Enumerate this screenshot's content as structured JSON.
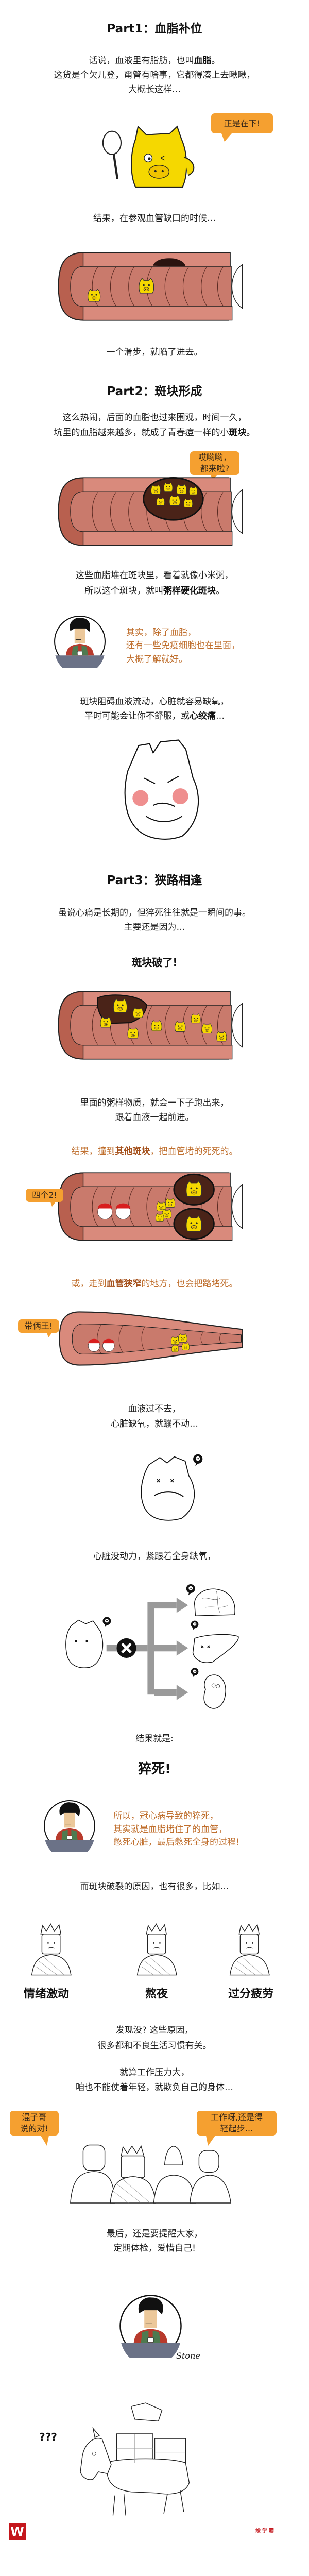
{
  "part1": {
    "title": "Part1：血脂补位",
    "intro": [
      {
        "t": "话说，血液里有脂肪，也叫",
        "b": "血脂",
        "e": "。"
      },
      {
        "t": "这货是个欠儿登，甭管有啥事，它都得凑上去瞅瞅，",
        "b": "",
        "e": ""
      },
      {
        "t": "大概长这样…",
        "b": "",
        "e": ""
      }
    ],
    "bubble": "正是在下!",
    "after": "结果，在参观血管缺口的时候…",
    "slip": "一个滑步，就陷了进去。"
  },
  "part2": {
    "title": "Part2：斑块形成",
    "lines": [
      {
        "t": "这么热闹，后面的血脂也过来围观，时间一久，",
        "b": "",
        "e": ""
      },
      {
        "t": "坑里的血脂越来越多，就成了青春痘一样的小",
        "b": "斑块",
        "e": "。"
      }
    ],
    "bubble": [
      "哎哟哟，",
      "都来啦?"
    ],
    "porridge": [
      {
        "t": "这些血脂堆在斑块里，看着就像小米粥，",
        "b": "",
        "e": ""
      },
      {
        "t": "所以这个斑块，就叫",
        "b": "粥样硬化斑块",
        "e": "。"
      }
    ],
    "note": [
      "其实，除了血脂，",
      "还有一些免疫细胞也在里面，",
      "大概了解就好。"
    ],
    "angina": [
      {
        "t": "斑块阻碍血液流动，心脏就容易缺氧，",
        "b": "",
        "e": ""
      },
      {
        "t": "平时可能会让你不舒服，或",
        "b": "心绞痛",
        "e": "…"
      }
    ]
  },
  "part3": {
    "title": "Part3：狭路相逢",
    "lines": [
      "虽说心痛是长期的，但猝死往往就是一瞬间的事。",
      "主要还是因为…"
    ],
    "burst": "斑块破了!",
    "flow": [
      "里面的粥样物质，就会一下子跑出来，",
      "跟着血液一起前进。"
    ],
    "collide": {
      "t": "结果，撞到",
      "b": "其他斑块",
      "e": "，把血管堵的死死的。"
    },
    "bubble_four": "四个2!",
    "narrow": {
      "t": "或，走到",
      "b": "血管狭窄",
      "e": "的地方，也会把路堵死。"
    },
    "bubble_kings": "带俩王!",
    "blocked": [
      "血液过不去，",
      "心脏缺氧，就蹦不动…"
    ],
    "hypoxia": "心脏没动力，紧跟着全身缺氧，",
    "result": "结果就是:",
    "death": "猝死!",
    "summary": [
      "所以，冠心病导致的猝死，",
      "其实就是血脂堵住了的血管，",
      "憋死心脏，最后憋死全身的过程!"
    ],
    "causes_intro": "而斑块破裂的原因，也有很多，比如…",
    "causes": [
      "情绪激动",
      "熬夜",
      "过分疲劳"
    ],
    "habits": [
      "发现没? 这些原因，",
      "很多都和不良生活习惯有关。"
    ],
    "work": [
      "就算工作压力大，",
      "咱也不能仗着年轻，就欺负自己的身体…"
    ],
    "bubble_left": [
      "混子哥",
      "说的对!"
    ],
    "bubble_right": [
      "工作呀,还是得",
      "轻起步…"
    ],
    "closing": [
      "最后，还是要提醒大家，",
      "定期体检，爱惜自己!"
    ],
    "signature": "Stone",
    "confused": "???"
  },
  "footer": {
    "brand": "绘学霸",
    "logo_letter": "W"
  },
  "colors": {
    "bubble": "#f5a030",
    "accent_text": "#c0702f",
    "vessel": "#d98a7c",
    "fat": "#f5d800",
    "brand": "#c4161c"
  }
}
